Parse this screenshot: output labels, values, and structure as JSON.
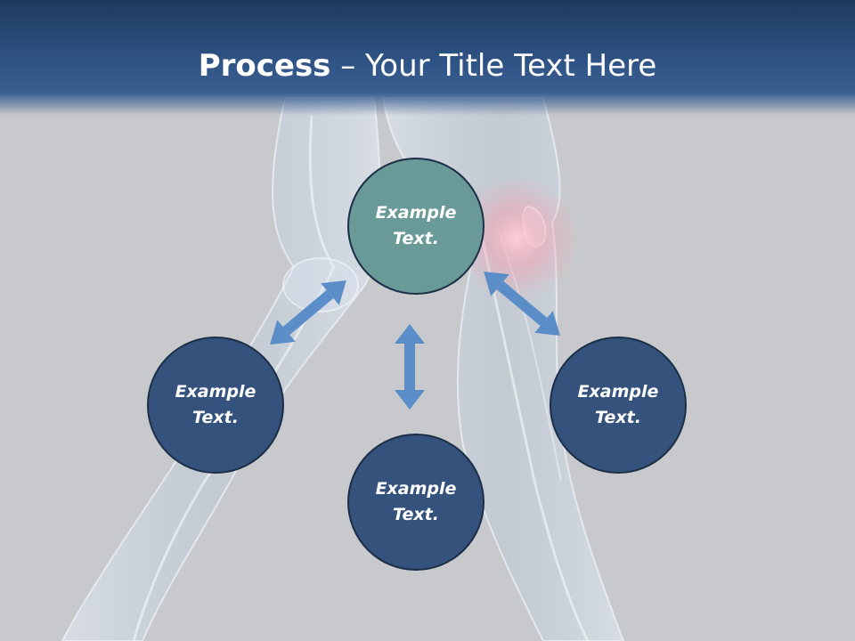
{
  "title": {
    "bold": "Process",
    "rest": " – Your Title Text Here"
  },
  "nodes": {
    "top": [
      "Example",
      "Text."
    ],
    "left": [
      "Example",
      "Text."
    ],
    "right": [
      "Example",
      "Text."
    ],
    "bottom": [
      "Example",
      "Text."
    ]
  },
  "colors": {
    "title_bar": "#2f5486",
    "node_fill": "#34527c",
    "node_highlight": "#6a9a98",
    "arrow": "#5b8ec8",
    "background": "#c8c9cc"
  },
  "icons": [
    "double-arrow-icon"
  ]
}
